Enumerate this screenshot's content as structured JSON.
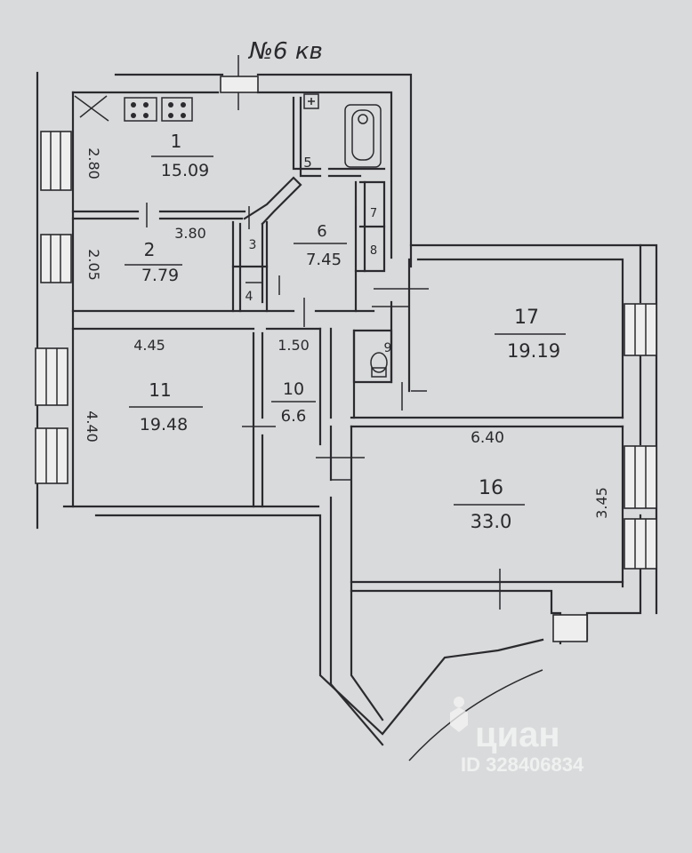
{
  "header": {
    "flat_number": "№6 кв"
  },
  "rooms": [
    {
      "id": "1",
      "area": "15.09"
    },
    {
      "id": "2",
      "area": "7.79"
    },
    {
      "id": "3",
      "area": ""
    },
    {
      "id": "4",
      "area": ""
    },
    {
      "id": "5",
      "area": ""
    },
    {
      "id": "6",
      "area": "7.45"
    },
    {
      "id": "7",
      "area": ""
    },
    {
      "id": "8",
      "area": ""
    },
    {
      "id": "9",
      "area": ""
    },
    {
      "id": "10",
      "area": "6.6"
    },
    {
      "id": "11",
      "area": "19.48"
    },
    {
      "id": "16",
      "area": "33.0"
    },
    {
      "id": "17",
      "area": "19.19"
    }
  ],
  "dimensions": {
    "d_280": "2.80",
    "d_380": "3.80",
    "d_205": "2.05",
    "d_445": "4.45",
    "d_150": "1.50",
    "d_440": "4.40",
    "d_640": "6.40",
    "d_345": "3.45"
  },
  "watermark": {
    "brand": "циан",
    "id_text": "ID 328406834"
  }
}
